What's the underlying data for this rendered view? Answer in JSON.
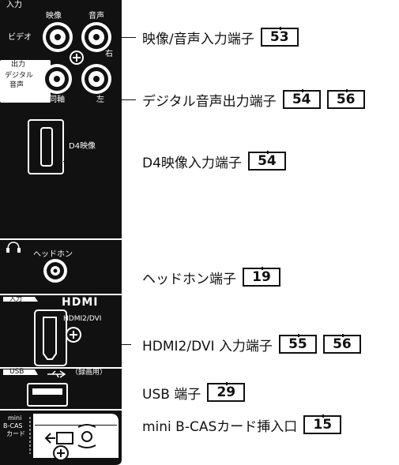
{
  "panel": {
    "tab_input": "入力",
    "label_video_top": "映像",
    "label_audio_top": "音声",
    "label_video": "ビデオ",
    "tab_output": "出力",
    "label_right": "右",
    "label_digital": "デジタル",
    "label_audio": "音声",
    "label_coax": "同軸",
    "label_left": "左",
    "label_d4": "D4映像",
    "label_hdmi_tab": "入力",
    "hdmi_logo": "HDMI",
    "label_hdmi_port": "HDMI2/DVI",
    "tab_usb": "USB",
    "label_usb_rec": "（録画用）",
    "label_headphone": "ヘッドホン",
    "label_mini": "mini",
    "label_bcas": "B-CAS",
    "label_card": "カード"
  },
  "callouts": [
    {
      "label": "映像/音声入力端子",
      "pages": [
        "53"
      ]
    },
    {
      "label": "デジタル音声出力端子",
      "pages": [
        "54",
        "56"
      ]
    },
    {
      "label": "D4映像入力端子",
      "pages": [
        "54"
      ]
    },
    {
      "label": "ヘッドホン端子",
      "pages": [
        "19"
      ]
    },
    {
      "label": "HDMI2/DVI 入力端子",
      "pages": [
        "55",
        "56"
      ]
    },
    {
      "label": "USB 端子",
      "pages": [
        "29"
      ]
    },
    {
      "label": "mini B-CASカード挿入口",
      "pages": [
        "15"
      ]
    }
  ],
  "colors": {
    "panel": "#111111",
    "foreground": "#ffffff",
    "text": "#111111"
  }
}
